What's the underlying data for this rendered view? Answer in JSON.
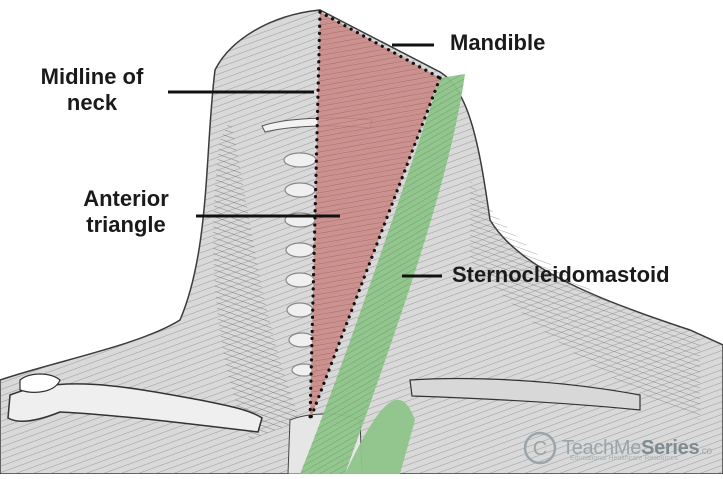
{
  "labels": {
    "mandible": "Mandible",
    "midline_line1": "Midline of",
    "midline_line2": "neck",
    "anterior_line1": "Anterior",
    "anterior_line2": "triangle",
    "sternocleidomastoid": "Sternocleidomastoid"
  },
  "watermark": {
    "brand_prefix": "TeachMe",
    "brand_suffix": "Series",
    "tld": ".co",
    "tagline": "Educational Healthcare Resources",
    "logo_letter": "C"
  },
  "colors": {
    "anterior_triangle_fill": "#c98a87",
    "sternocleidomastoid_fill": "#8fc48a",
    "dotted_outline": "#111111",
    "leader_lines": "#111111",
    "label_text": "#1a1a1a",
    "watermark": "#9aa5ab"
  }
}
